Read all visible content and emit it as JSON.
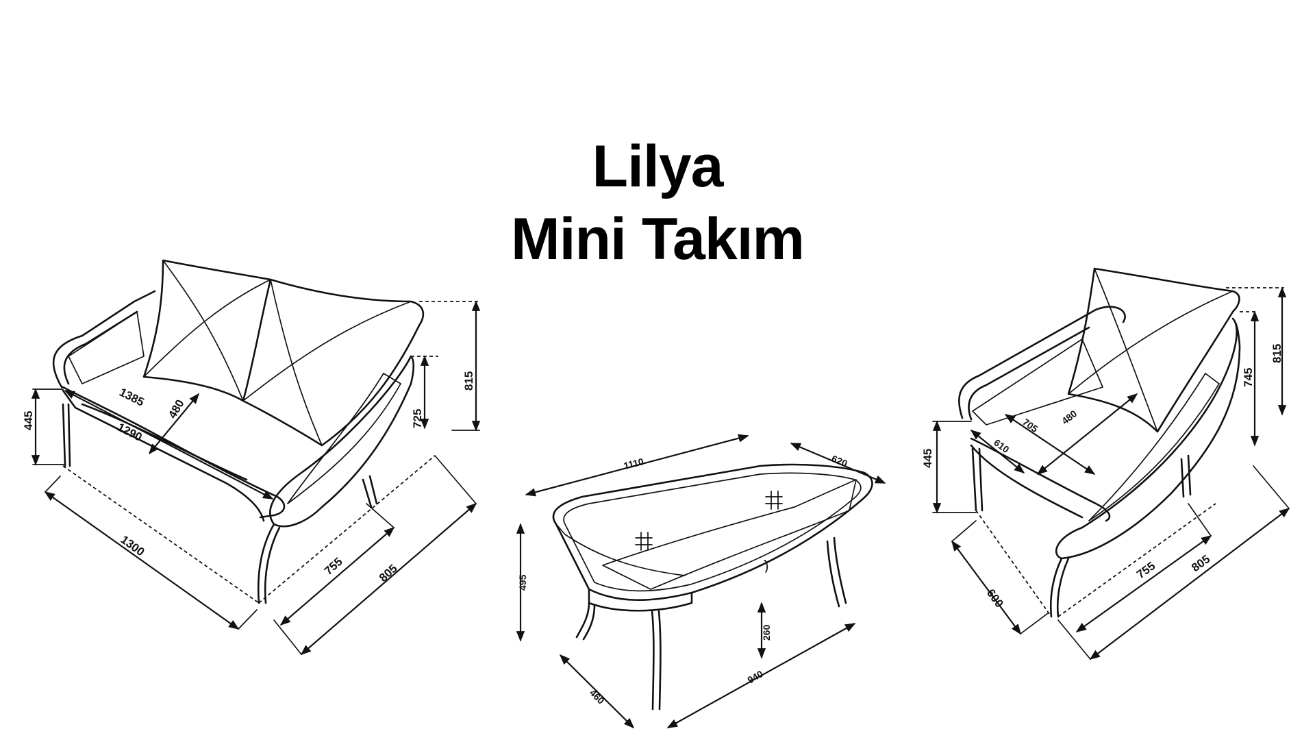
{
  "title": {
    "line1": "Lilya",
    "line2": "Mini Takım"
  },
  "sofa": {
    "dimensions": {
      "overall_height": "815",
      "arm_height": "725",
      "seat_height": "445",
      "back_width": "1385",
      "seat_width": "1290",
      "seat_depth": "480",
      "width": "1300",
      "depth_inner": "755",
      "depth_outer": "805"
    }
  },
  "table": {
    "dimensions": {
      "length": "1110",
      "width": "620",
      "height": "495",
      "shelf_height": "260",
      "leg_depth": "460",
      "leg_length": "940"
    }
  },
  "armchair": {
    "dimensions": {
      "overall_height": "815",
      "back_height": "745",
      "seat_height": "445",
      "seat_width": "705",
      "seat_depth_diag": "610",
      "seat_depth": "480",
      "width": "600",
      "depth_inner": "755",
      "depth_outer": "805"
    }
  },
  "colors": {
    "line": "#111111",
    "background": "#ffffff"
  }
}
